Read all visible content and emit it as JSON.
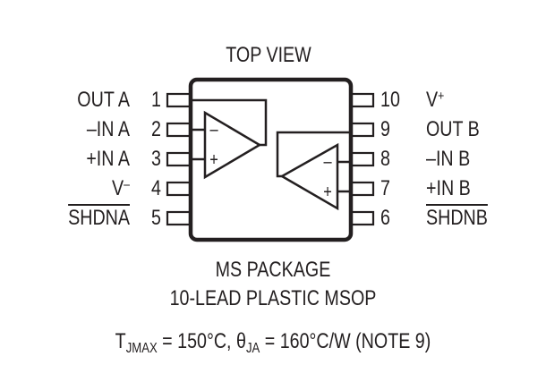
{
  "title": "TOP VIEW",
  "package": {
    "line1": "MS PACKAGE",
    "line2": "10-LEAD PLASTIC MSOP"
  },
  "pins_left": [
    {
      "num": "1",
      "name": "OUT A"
    },
    {
      "num": "2",
      "name": "–IN A"
    },
    {
      "num": "3",
      "name": "+IN A"
    },
    {
      "num": "4",
      "name": "V",
      "sup": "–"
    },
    {
      "num": "5",
      "name": "SHDNA",
      "overline": true
    }
  ],
  "pins_right": [
    {
      "num": "10",
      "name": "V",
      "sup": "+"
    },
    {
      "num": "9",
      "name": "OUT B"
    },
    {
      "num": "8",
      "name": "–IN B"
    },
    {
      "num": "7",
      "name": "+IN B"
    },
    {
      "num": "6",
      "name": "SHDNB",
      "overline": true
    }
  ],
  "thermal": {
    "tj_symbol": "T",
    "tj_sub": "JMAX",
    "tj_value": " = 150°C, ",
    "theta_symbol": "θ",
    "theta_sub": "JA",
    "theta_value": " = 160°C/W (NOTE 9)"
  },
  "amp_labels": {
    "minus": "–",
    "plus": "+"
  }
}
